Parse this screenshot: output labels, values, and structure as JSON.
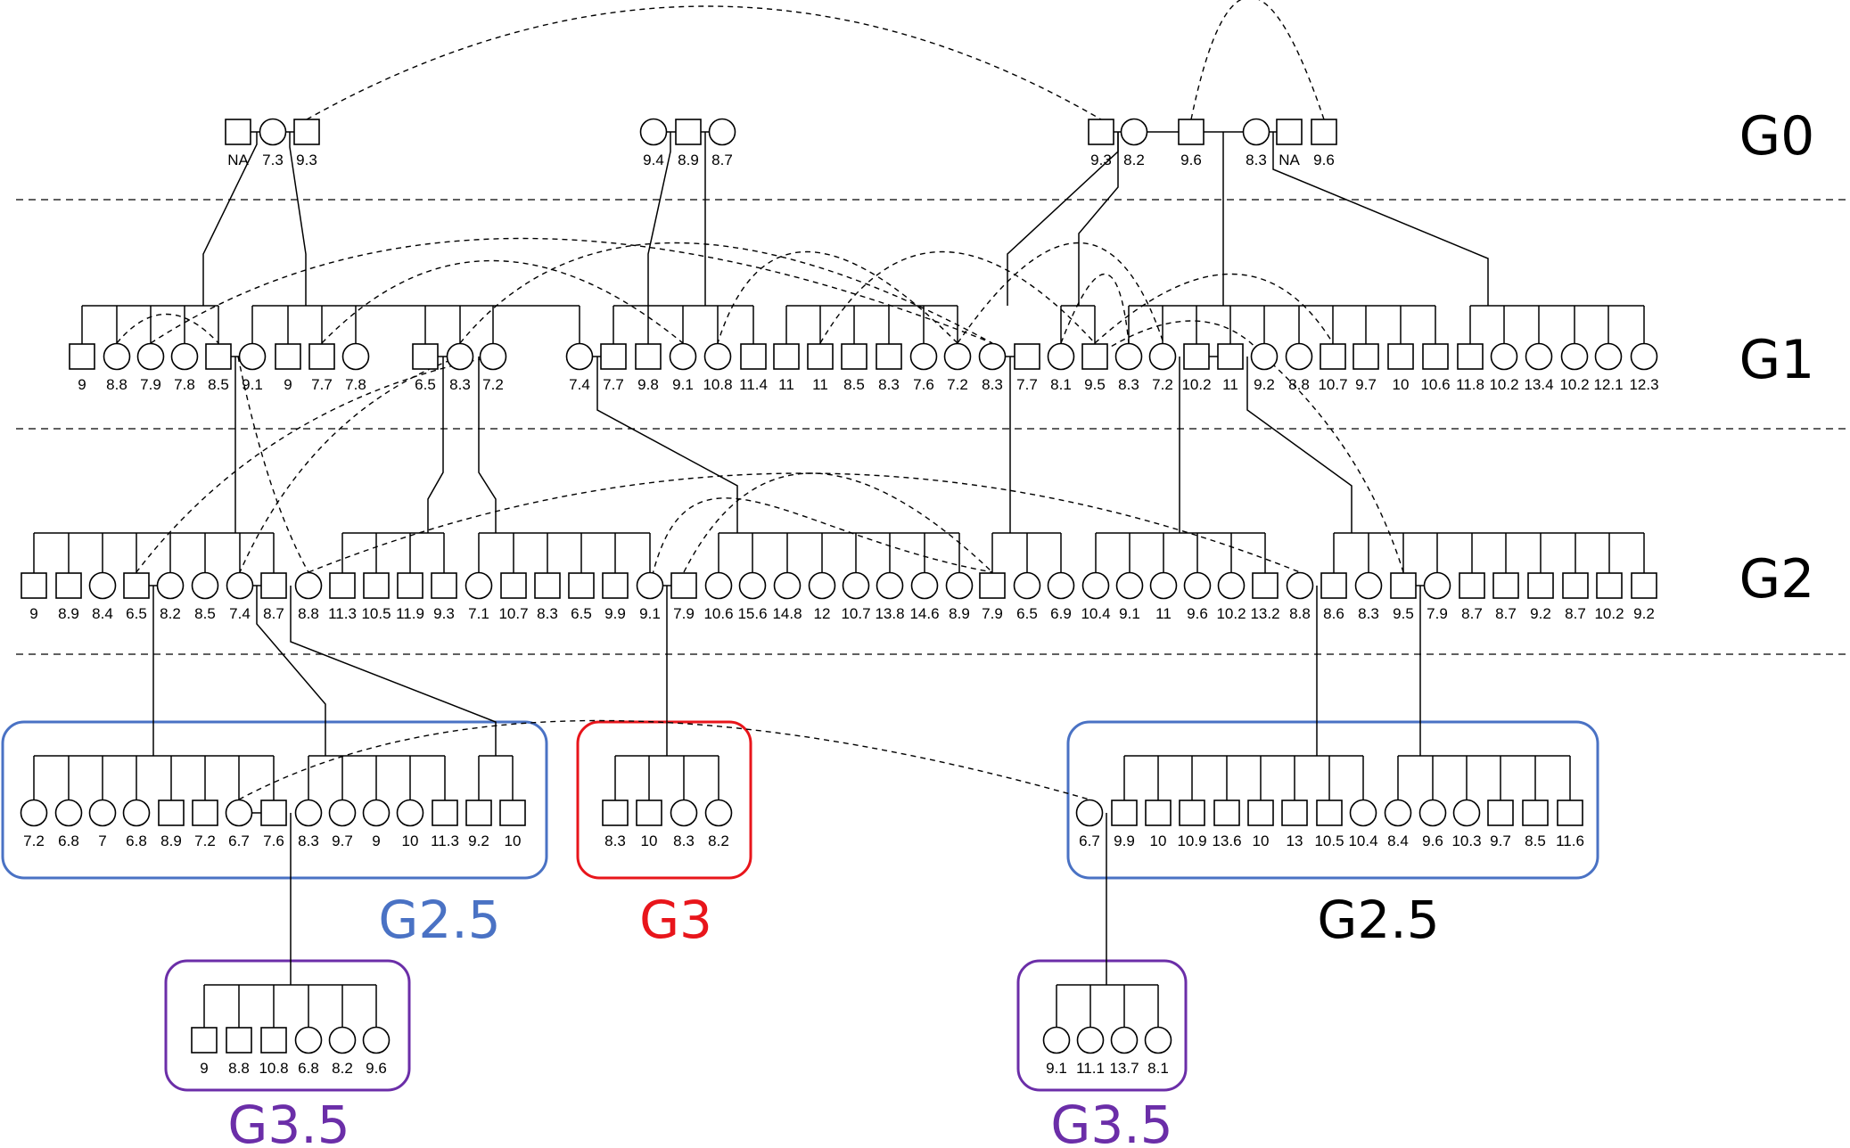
{
  "generation_labels": [
    "G0",
    "G1",
    "G2"
  ],
  "group_labels": [
    "G2.5",
    "G3",
    "G2.5",
    "G3.5",
    "G3.5"
  ],
  "colors": {
    "blue": "#4a72c4",
    "red": "#e8151b",
    "purple": "#6b2ea8",
    "black": "#000000"
  },
  "rows": {
    "G0": [
      {
        "sex": "m",
        "v": "NA"
      },
      {
        "sex": "f",
        "v": "7.3"
      },
      {
        "sex": "m",
        "v": "9.3"
      },
      {
        "sex": "f",
        "v": "9.4"
      },
      {
        "sex": "m",
        "v": "8.9"
      },
      {
        "sex": "f",
        "v": "8.7"
      },
      {
        "sex": "m",
        "v": "9.3"
      },
      {
        "sex": "f",
        "v": "8.2"
      },
      {
        "sex": "m",
        "v": "9.6"
      },
      {
        "sex": "f",
        "v": "8.3"
      },
      {
        "sex": "m",
        "v": "NA"
      },
      {
        "sex": "m",
        "v": "9.6"
      }
    ],
    "G1": [
      {
        "sex": "m",
        "v": "9"
      },
      {
        "sex": "f",
        "v": "8.8"
      },
      {
        "sex": "f",
        "v": "7.9"
      },
      {
        "sex": "f",
        "v": "7.8"
      },
      {
        "sex": "m",
        "v": "8.5"
      },
      {
        "sex": "f",
        "v": "9.1"
      },
      {
        "sex": "m",
        "v": "9"
      },
      {
        "sex": "m",
        "v": "7.7"
      },
      {
        "sex": "f",
        "v": "7.8"
      },
      {
        "sex": "m",
        "v": "6.5"
      },
      {
        "sex": "f",
        "v": "8.3"
      },
      {
        "sex": "f",
        "v": "7.2"
      },
      {
        "sex": "f",
        "v": "7.4"
      },
      {
        "sex": "m",
        "v": "7.7"
      },
      {
        "sex": "m",
        "v": "9.8"
      },
      {
        "sex": "f",
        "v": "9.1"
      },
      {
        "sex": "f",
        "v": "10.8"
      },
      {
        "sex": "m",
        "v": "11.4"
      },
      {
        "sex": "m",
        "v": "11"
      },
      {
        "sex": "m",
        "v": "11"
      },
      {
        "sex": "m",
        "v": "8.5"
      },
      {
        "sex": "m",
        "v": "8.3"
      },
      {
        "sex": "f",
        "v": "7.6"
      },
      {
        "sex": "f",
        "v": "7.2"
      },
      {
        "sex": "f",
        "v": "8.3"
      },
      {
        "sex": "m",
        "v": "7.7"
      },
      {
        "sex": "f",
        "v": "8.1"
      },
      {
        "sex": "m",
        "v": "9.5"
      },
      {
        "sex": "f",
        "v": "8.3"
      },
      {
        "sex": "f",
        "v": "7.2"
      },
      {
        "sex": "m",
        "v": "10.2"
      },
      {
        "sex": "m",
        "v": "11"
      },
      {
        "sex": "f",
        "v": "9.2"
      },
      {
        "sex": "f",
        "v": "8.8"
      },
      {
        "sex": "m",
        "v": "10.7"
      },
      {
        "sex": "m",
        "v": "9.7"
      },
      {
        "sex": "m",
        "v": "10"
      },
      {
        "sex": "m",
        "v": "10.6"
      },
      {
        "sex": "m",
        "v": "11.8"
      },
      {
        "sex": "f",
        "v": "10.2"
      },
      {
        "sex": "f",
        "v": "13.4"
      },
      {
        "sex": "f",
        "v": "10.2"
      },
      {
        "sex": "f",
        "v": "12.1"
      },
      {
        "sex": "f",
        "v": "12.3"
      }
    ],
    "G2": [
      {
        "sex": "m",
        "v": "9"
      },
      {
        "sex": "m",
        "v": "8.9"
      },
      {
        "sex": "f",
        "v": "8.4"
      },
      {
        "sex": "m",
        "v": "6.5"
      },
      {
        "sex": "f",
        "v": "8.2"
      },
      {
        "sex": "f",
        "v": "8.5"
      },
      {
        "sex": "f",
        "v": "7.4"
      },
      {
        "sex": "m",
        "v": "8.7"
      },
      {
        "sex": "f",
        "v": "8.8"
      },
      {
        "sex": "m",
        "v": "11.3"
      },
      {
        "sex": "m",
        "v": "10.5"
      },
      {
        "sex": "m",
        "v": "11.9"
      },
      {
        "sex": "m",
        "v": "9.3"
      },
      {
        "sex": "f",
        "v": "7.1"
      },
      {
        "sex": "m",
        "v": "10.7"
      },
      {
        "sex": "m",
        "v": "8.3"
      },
      {
        "sex": "m",
        "v": "6.5"
      },
      {
        "sex": "m",
        "v": "9.9"
      },
      {
        "sex": "f",
        "v": "9.1"
      },
      {
        "sex": "m",
        "v": "7.9"
      },
      {
        "sex": "f",
        "v": "10.6"
      },
      {
        "sex": "f",
        "v": "15.6"
      },
      {
        "sex": "f",
        "v": "14.8"
      },
      {
        "sex": "f",
        "v": "12"
      },
      {
        "sex": "f",
        "v": "10.7"
      },
      {
        "sex": "f",
        "v": "13.8"
      },
      {
        "sex": "f",
        "v": "14.6"
      },
      {
        "sex": "f",
        "v": "8.9"
      },
      {
        "sex": "m",
        "v": "7.9"
      },
      {
        "sex": "f",
        "v": "6.5"
      },
      {
        "sex": "f",
        "v": "6.9"
      },
      {
        "sex": "f",
        "v": "10.4"
      },
      {
        "sex": "f",
        "v": "9.1"
      },
      {
        "sex": "f",
        "v": "11"
      },
      {
        "sex": "f",
        "v": "9.6"
      },
      {
        "sex": "f",
        "v": "10.2"
      },
      {
        "sex": "m",
        "v": "13.2"
      },
      {
        "sex": "f",
        "v": "8.8"
      },
      {
        "sex": "m",
        "v": "8.6"
      },
      {
        "sex": "f",
        "v": "8.3"
      },
      {
        "sex": "m",
        "v": "9.5"
      },
      {
        "sex": "f",
        "v": "7.9"
      },
      {
        "sex": "m",
        "v": "8.7"
      },
      {
        "sex": "m",
        "v": "8.7"
      },
      {
        "sex": "m",
        "v": "9.2"
      },
      {
        "sex": "m",
        "v": "8.7"
      },
      {
        "sex": "m",
        "v": "10.2"
      },
      {
        "sex": "m",
        "v": "9.2"
      }
    ],
    "G25_left": [
      {
        "sex": "f",
        "v": "7.2"
      },
      {
        "sex": "f",
        "v": "6.8"
      },
      {
        "sex": "f",
        "v": "7"
      },
      {
        "sex": "f",
        "v": "6.8"
      },
      {
        "sex": "m",
        "v": "8.9"
      },
      {
        "sex": "m",
        "v": "7.2"
      },
      {
        "sex": "f",
        "v": "6.7"
      },
      {
        "sex": "m",
        "v": "7.6"
      },
      {
        "sex": "f",
        "v": "8.3"
      },
      {
        "sex": "f",
        "v": "9.7"
      },
      {
        "sex": "f",
        "v": "9"
      },
      {
        "sex": "f",
        "v": "10"
      },
      {
        "sex": "m",
        "v": "11.3"
      },
      {
        "sex": "m",
        "v": "9.2"
      },
      {
        "sex": "m",
        "v": "10"
      }
    ],
    "G3": [
      {
        "sex": "m",
        "v": "8.3"
      },
      {
        "sex": "m",
        "v": "10"
      },
      {
        "sex": "f",
        "v": "8.3"
      },
      {
        "sex": "f",
        "v": "8.2"
      }
    ],
    "G25_right": [
      {
        "sex": "f",
        "v": "6.7"
      },
      {
        "sex": "m",
        "v": "9.9"
      },
      {
        "sex": "m",
        "v": "10"
      },
      {
        "sex": "m",
        "v": "10.9"
      },
      {
        "sex": "m",
        "v": "13.6"
      },
      {
        "sex": "m",
        "v": "10"
      },
      {
        "sex": "m",
        "v": "13"
      },
      {
        "sex": "m",
        "v": "10.5"
      },
      {
        "sex": "f",
        "v": "10.4"
      },
      {
        "sex": "f",
        "v": "8.4"
      },
      {
        "sex": "f",
        "v": "9.6"
      },
      {
        "sex": "f",
        "v": "10.3"
      },
      {
        "sex": "m",
        "v": "9.7"
      },
      {
        "sex": "m",
        "v": "8.5"
      },
      {
        "sex": "m",
        "v": "11.6"
      }
    ],
    "G35_left": [
      {
        "sex": "m",
        "v": "9"
      },
      {
        "sex": "m",
        "v": "8.8"
      },
      {
        "sex": "m",
        "v": "10.8"
      },
      {
        "sex": "f",
        "v": "6.8"
      },
      {
        "sex": "f",
        "v": "8.2"
      },
      {
        "sex": "f",
        "v": "9.6"
      }
    ],
    "G35_right": [
      {
        "sex": "f",
        "v": "9.1"
      },
      {
        "sex": "f",
        "v": "11.1"
      },
      {
        "sex": "f",
        "v": "13.7"
      },
      {
        "sex": "f",
        "v": "8.1"
      }
    ]
  }
}
